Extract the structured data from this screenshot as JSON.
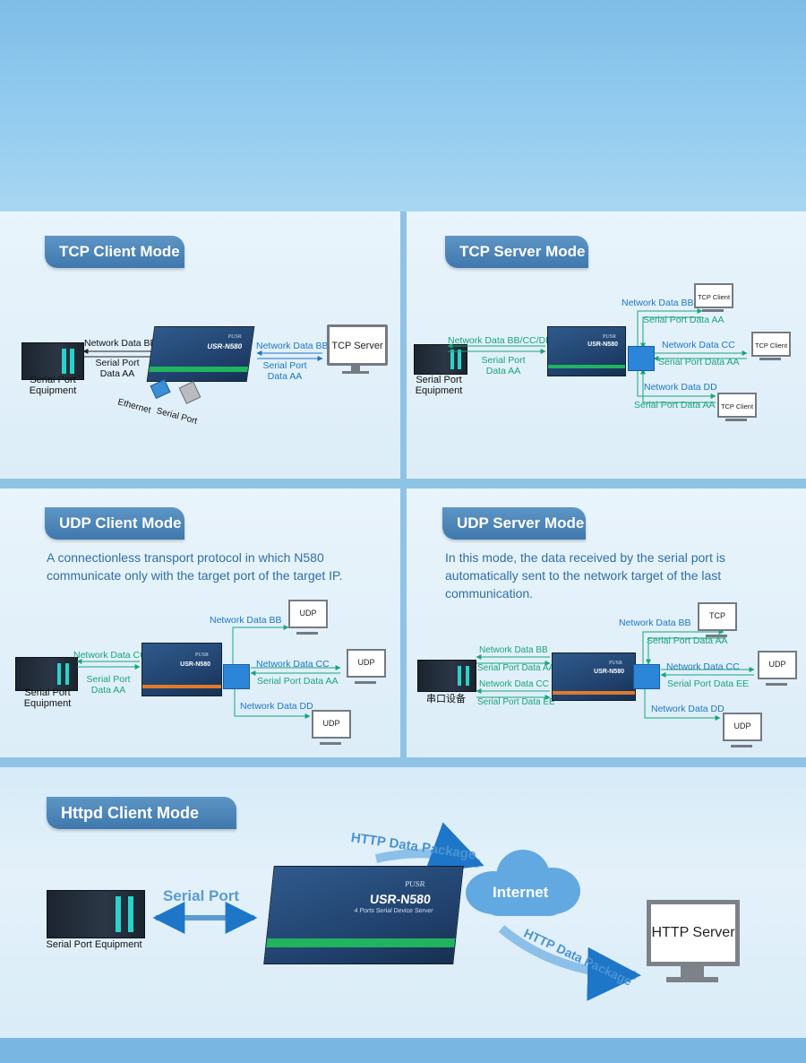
{
  "colors": {
    "blue_arrow": "#1d76c8",
    "green_arrow": "#1aa47a",
    "tag_bg": "#4b83b8"
  },
  "device": {
    "brand": "PUSR",
    "model": "USR-N580",
    "subtitle": "4 Ports Serial Device Server"
  },
  "tcp_client": {
    "title": "TCP Client Mode",
    "equipment": "Serial Port Equipment",
    "left_top": "Network Data BB",
    "left_bottom": "Serial Port Data AA",
    "right_top": "Network Data BB",
    "right_bottom": "Serial Port Data AA",
    "server": "TCP Server",
    "ethernet": "Ethernet",
    "serial_port": "Serial Port"
  },
  "tcp_server": {
    "title": "TCP Server Mode",
    "equipment": "Serial Port Equipment",
    "left_top": "Network Data BB/CC/DD",
    "left_bottom": "Serial Port Data AA",
    "b1_top": "Network Data BB",
    "b1_bottom": "Serial Port Data AA",
    "b2_top": "Network Data CC",
    "b2_bottom": "Serial Port Data AA",
    "b3_top": "Network Data DD",
    "b3_bottom": "Serial Port Data AA",
    "client": "TCP Client"
  },
  "udp_client": {
    "title": "UDP Client Mode",
    "description": "A connectionless transport protocol in which N580 communicate only with the target port of the target IP.",
    "equipment": "Serial Port Equipment",
    "left_top": "Network Data CC",
    "left_bottom": "Serial Port Data AA",
    "b1_top": "Network Data BB",
    "b2_top": "Network Data CC",
    "b2_bottom": "Serial Port Data AA",
    "b3_top": "Network Data DD",
    "udp": "UDP"
  },
  "udp_server": {
    "title": "UDP Server Mode",
    "description": "In this mode, the data received by the serial port is automatically sent to the network target of the last communication.",
    "equipment": "串口设备",
    "l1": "Network Data BB",
    "l2": "Serial Port Data AA",
    "l3": "Network Data CC",
    "l4": "Serial Port Data EE",
    "b1_top": "Network Data BB",
    "b1_bottom": "Serial Port  Data AA",
    "b2_top": "Network Data CC",
    "b2_bottom": "Serial Port  Data EE",
    "b3_top": "Network Data DD",
    "tcp": "TCP",
    "udp": "UDP"
  },
  "httpd": {
    "title": "Httpd Client Mode",
    "equipment": "Serial Port Equipment",
    "serial_port": "Serial Port",
    "internet": "Internet",
    "package_top": "HTTP Data Package",
    "package_bottom": "HTTP Data Package",
    "server": "HTTP Server"
  }
}
